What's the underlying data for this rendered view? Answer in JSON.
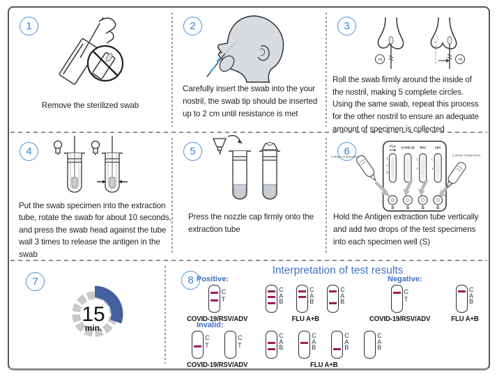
{
  "steps": [
    {
      "number": "1",
      "caption": "Remove the sterilized swab"
    },
    {
      "number": "2",
      "caption": "Carefully insert the swab into the your\nnostril, the swab tip should be inserted\nup to 2 cm until resistance is met"
    },
    {
      "number": "3",
      "caption": "Roll the swab firmly around the inside of\nthe nostril, making 5 complete circles.\nUsing the same swab, repeat this process\nfor the other nostril to ensure an adequate\namount of specimen is collected"
    },
    {
      "number": "4",
      "caption": "Put the swab specimen into the extraction\ntube, rotate the swab for about 10 seconds,\nand press the swab head against the tube\nwall 3 times to release the antigen in the\nswab"
    },
    {
      "number": "5",
      "caption": "Press the nozzle cap firmly onto the\nextraction tube"
    },
    {
      "number": "6",
      "caption": "Hold the Antigen extraction tube vertically\nand add two drops of the test specimens\ninto each specimen well (S)"
    },
    {
      "number": "7",
      "caption": ""
    },
    {
      "number": "8",
      "caption": ""
    }
  ],
  "step3": {
    "marker": "×5"
  },
  "cassette": {
    "col_flu_line1": "FLU",
    "col_flu_line2": "A+B",
    "col_covid": "COVID-19",
    "col_rsv": "RSV",
    "col_adv": "ADV",
    "well_label": "S",
    "drops_note": "2 drops of specimen",
    "slot1_letters": [
      "C",
      "A",
      "B"
    ],
    "slot3_letters": [
      "C",
      "T"
    ],
    "slot4_letters": [
      "C",
      "T"
    ]
  },
  "timer": {
    "value": "15",
    "unit": "min."
  },
  "results": {
    "title": "Interpretation of test results",
    "sections": [
      {
        "label": "Positive:",
        "clusters": [
          {
            "caption": "COVID-19/RSV/ADV",
            "strips": [
              {
                "letters": [
                  "C",
                  "T"
                ],
                "lines": [
                  0,
                  1
                ]
              }
            ]
          },
          {
            "caption": "FLU A+B",
            "strips": [
              {
                "letters": [
                  "C",
                  "A",
                  "B"
                ],
                "lines": [
                  0,
                  1,
                  2
                ]
              },
              {
                "letters": [
                  "C",
                  "A",
                  "B"
                ],
                "lines": [
                  0,
                  1
                ]
              },
              {
                "letters": [
                  "C",
                  "A",
                  "B"
                ],
                "lines": [
                  0,
                  2
                ]
              }
            ]
          }
        ]
      },
      {
        "label": "Negative:",
        "clusters": [
          {
            "caption": "COVID-19/RSV/ADV",
            "strips": [
              {
                "letters": [
                  "C",
                  "T"
                ],
                "lines": [
                  0
                ]
              }
            ]
          },
          {
            "caption": "FLU A+B",
            "strips": [
              {
                "letters": [
                  "C",
                  "A",
                  "B"
                ],
                "lines": [
                  0
                ]
              }
            ]
          }
        ]
      },
      {
        "label": "Invalid:",
        "clusters": [
          {
            "caption": "COVID-19/RSV/ADV",
            "strips": [
              {
                "letters": [
                  "C",
                  "T"
                ],
                "lines": [
                  1
                ]
              },
              {
                "letters": [
                  "C",
                  "T"
                ],
                "lines": []
              }
            ]
          },
          {
            "caption": "FLU A+B",
            "strips": [
              {
                "letters": [
                  "C",
                  "A",
                  "B"
                ],
                "lines": [
                  1,
                  2
                ]
              },
              {
                "letters": [
                  "C",
                  "A",
                  "B"
                ],
                "lines": [
                  1
                ]
              },
              {
                "letters": [
                  "C",
                  "A",
                  "B"
                ],
                "lines": [
                  2
                ]
              },
              {
                "letters": [
                  "C",
                  "A",
                  "B"
                ],
                "lines": []
              }
            ]
          }
        ]
      }
    ]
  },
  "colors": {
    "accent_blue": "#4a90d8",
    "title_blue": "#4273c8",
    "test_line": "#9c1b59",
    "timer_blue": "#44609f",
    "timer_gray": "#c9c9c9"
  }
}
